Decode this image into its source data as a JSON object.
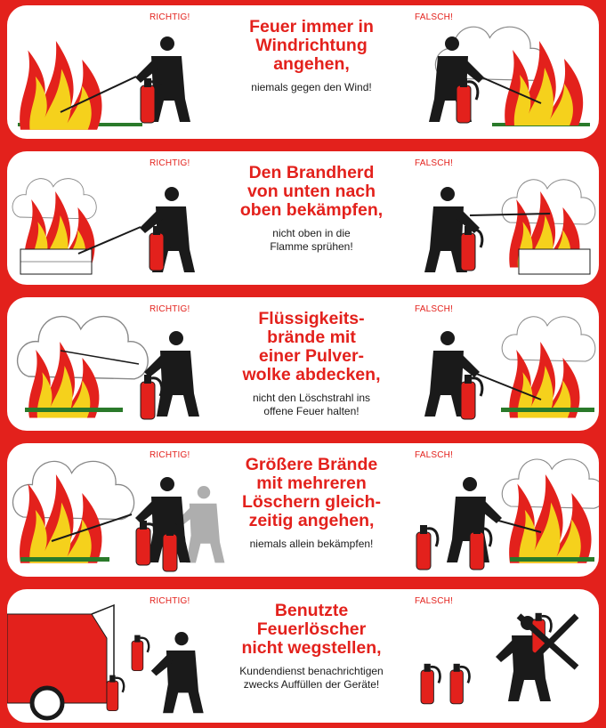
{
  "labels": {
    "right": "RICHTIG!",
    "wrong": "FALSCH!"
  },
  "colors": {
    "brand_red": "#e3211c",
    "flame_yellow": "#f5d11c",
    "figure": "#1a1a1a",
    "panel": "#ffffff"
  },
  "rules": [
    {
      "title": "Feuer immer in\nWindrichtung\nangehen,",
      "subtitle": "niemals gegen den Wind!"
    },
    {
      "title": "Den Brandherd\nvon unten nach\noben bekämpfen,",
      "subtitle": "nicht oben in die\nFlamme sprühen!"
    },
    {
      "title": "Flüssigkeits-\nbrände mit\neiner Pulver-\nwolke abdecken,",
      "subtitle": "nicht den Löschstrahl ins\noffene Feuer halten!"
    },
    {
      "title": "Größere Brände\nmit mehreren\nLöschern gleich-\nzeitig angehen,",
      "subtitle": "niemals allein bekämpfen!"
    },
    {
      "title": "Benutzte\nFeuerlöscher\nnicht wegstellen,",
      "subtitle": "Kundendienst benachrichtigen\nzwecks Auffüllen der Geräte!"
    }
  ]
}
